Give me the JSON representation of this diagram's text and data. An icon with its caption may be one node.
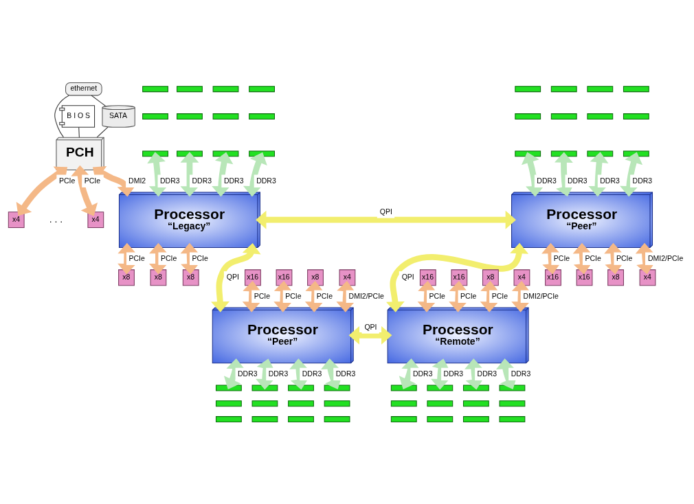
{
  "diagram": {
    "nodes": [
      {
        "text": [
          "ethernet"
        ]
      },
      {
        "text": [
          "B I O S"
        ]
      },
      {
        "text": [],
        "shape": "bar"
      },
      {
        "text": [],
        "shape": "bar"
      },
      {
        "text": [],
        "shape": "bar"
      },
      {
        "text": [],
        "shape": "bar"
      },
      {
        "text": [],
        "shape": "bar"
      },
      {
        "text": [],
        "shape": "bar"
      },
      {
        "text": [],
        "shape": "bar"
      },
      {
        "text": [],
        "shape": "bar"
      },
      {
        "text": [],
        "shape": "bar"
      },
      {
        "text": [],
        "shape": "bar"
      },
      {
        "text": [],
        "shape": "bar"
      },
      {
        "text": [],
        "shape": "bar"
      },
      {
        "text": [],
        "shape": "bar"
      },
      {
        "text": [],
        "shape": "bar"
      },
      {
        "text": [],
        "shape": "bar"
      },
      {
        "text": [],
        "shape": "bar"
      },
      {
        "text": [],
        "shape": "bar"
      },
      {
        "text": [],
        "shape": "bar"
      },
      {
        "text": [],
        "shape": "bar"
      },
      {
        "text": [],
        "shape": "bar"
      },
      {
        "text": [],
        "shape": "bar"
      },
      {
        "text": [],
        "shape": "bar"
      },
      {
        "text": [],
        "shape": "bar"
      },
      {
        "text": [],
        "shape": "bar"
      },
      {
        "text": [
          "SATA"
        ]
      },
      {
        "text": [
          "x4"
        ]
      },
      {
        "text": [
          "PCH"
        ]
      },
      {
        "text": [
          "x4"
        ]
      },
      {
        "text": [
          "Processor",
          "“Legacy”"
        ]
      },
      {
        "text": [
          "Processor",
          "“Peer”"
        ]
      },
      {
        "text": [
          "x8"
        ]
      },
      {
        "text": [
          "x8"
        ]
      },
      {
        "text": [
          "x8"
        ]
      },
      {
        "text": [
          "x16"
        ]
      },
      {
        "text": [
          "x16"
        ]
      },
      {
        "text": [
          "x8"
        ]
      },
      {
        "text": [
          "x4"
        ]
      },
      {
        "text": [
          "x16"
        ]
      },
      {
        "text": [
          "x16"
        ]
      },
      {
        "text": [
          "x8"
        ]
      },
      {
        "text": [
          "x4"
        ]
      },
      {
        "text": [
          "Processor",
          "“Peer”"
        ]
      },
      {
        "text": [
          "Processor",
          "“Remote”"
        ]
      },
      {
        "text": [
          "x16"
        ]
      },
      {
        "text": [
          "x16"
        ]
      },
      {
        "text": [
          "x8"
        ]
      },
      {
        "text": [
          "x4"
        ]
      },
      {
        "text": [],
        "shape": "bar"
      },
      {
        "text": [],
        "shape": "bar"
      },
      {
        "text": [],
        "shape": "bar"
      },
      {
        "text": [],
        "shape": "bar"
      },
      {
        "text": [],
        "shape": "bar"
      },
      {
        "text": [],
        "shape": "bar"
      },
      {
        "text": [],
        "shape": "bar"
      },
      {
        "text": [],
        "shape": "bar"
      },
      {
        "text": [],
        "shape": "bar"
      },
      {
        "text": [],
        "shape": "bar"
      },
      {
        "text": [],
        "shape": "bar"
      },
      {
        "text": [],
        "shape": "bar"
      },
      {
        "text": [],
        "shape": "bar"
      },
      {
        "text": [],
        "shape": "bar"
      },
      {
        "text": [],
        "shape": "bar"
      },
      {
        "text": [],
        "shape": "bar"
      },
      {
        "text": [],
        "shape": "bar"
      },
      {
        "text": [],
        "shape": "bar"
      },
      {
        "text": [],
        "shape": "bar"
      },
      {
        "text": [],
        "shape": "bar"
      },
      {
        "text": [],
        "shape": "bar"
      },
      {
        "text": [],
        "shape": "bar"
      },
      {
        "text": [],
        "shape": "bar"
      },
      {
        "text": [],
        "shape": "bar"
      }
    ],
    "edges": [
      {
        "from": 0,
        "to": 26,
        "arrow": "none",
        "color": "#404040"
      },
      {
        "from": 0,
        "to": 28,
        "arrow": "none",
        "color": "#404040"
      },
      {
        "from": 26,
        "to": 28,
        "arrow": "none",
        "color": "#404040"
      },
      {
        "from": 1,
        "to": 28,
        "arrow": "none",
        "color": "#404040"
      },
      {
        "from": 27,
        "to": 28,
        "arrow": "both",
        "label": "PCIe"
      },
      {
        "from": 29,
        "to": 28,
        "arrow": "both",
        "label": "PCIe"
      },
      {
        "from": 28,
        "to": 30,
        "arrow": "both",
        "label": "DMI2"
      },
      {
        "from": 10,
        "to": 30,
        "arrow": "both",
        "label": "DDR3",
        "color": "#b8e6b8"
      },
      {
        "from": 11,
        "to": 30,
        "arrow": "both",
        "label": "DDR3",
        "color": "#b8e6b8"
      },
      {
        "from": 12,
        "to": 30,
        "arrow": "both",
        "label": "DDR3",
        "color": "#b8e6b8"
      },
      {
        "from": 13,
        "to": 30,
        "arrow": "both",
        "label": "DDR3",
        "color": "#b8e6b8"
      },
      {
        "from": 22,
        "to": 31,
        "arrow": "both",
        "label": "DDR3",
        "color": "#b8e6b8"
      },
      {
        "from": 23,
        "to": 31,
        "arrow": "both",
        "label": "DDR3",
        "color": "#b8e6b8"
      },
      {
        "from": 24,
        "to": 31,
        "arrow": "both",
        "label": "DDR3",
        "color": "#b8e6b8"
      },
      {
        "from": 25,
        "to": 31,
        "arrow": "both",
        "label": "DDR3",
        "color": "#b8e6b8"
      },
      {
        "from": 30,
        "to": 31,
        "arrow": "both",
        "label": "QPI",
        "color": "#f2ee6e"
      },
      {
        "from": 32,
        "to": 30,
        "arrow": "both",
        "label": "PCIe"
      },
      {
        "from": 33,
        "to": 30,
        "arrow": "both",
        "label": "PCIe"
      },
      {
        "from": 34,
        "to": 30,
        "arrow": "both",
        "label": "PCIe"
      },
      {
        "from": 31,
        "to": 35,
        "arrow": "both",
        "label": "PCIe"
      },
      {
        "from": 31,
        "to": 36,
        "arrow": "both",
        "label": "PCIe"
      },
      {
        "from": 31,
        "to": 37,
        "arrow": "both",
        "label": "PCIe"
      },
      {
        "from": 31,
        "to": 38,
        "arrow": "both",
        "label": "DMI2/PCIe"
      },
      {
        "from": 30,
        "to": 43,
        "arrow": "both",
        "label": "QPI",
        "color": "#f2ee6e"
      },
      {
        "from": 31,
        "to": 44,
        "arrow": "both",
        "label": "QPI",
        "color": "#f2ee6e"
      },
      {
        "from": 39,
        "to": 43,
        "arrow": "both",
        "label": "PCIe"
      },
      {
        "from": 40,
        "to": 43,
        "arrow": "both",
        "label": "PCIe"
      },
      {
        "from": 41,
        "to": 43,
        "arrow": "both",
        "label": "PCIe"
      },
      {
        "from": 42,
        "to": 43,
        "arrow": "both",
        "label": "DMI2/PCIe"
      },
      {
        "from": 43,
        "to": 44,
        "arrow": "both",
        "label": "QPI",
        "color": "#f2ee6e"
      },
      {
        "from": 44,
        "to": 45,
        "arrow": "both",
        "label": "PCIe"
      },
      {
        "from": 44,
        "to": 46,
        "arrow": "both",
        "label": "PCIe"
      },
      {
        "from": 44,
        "to": 47,
        "arrow": "both",
        "label": "PCIe"
      },
      {
        "from": 44,
        "to": 48,
        "arrow": "both",
        "label": "DMI2/PCIe"
      },
      {
        "from": 43,
        "to": 49,
        "arrow": "both",
        "label": "DDR3",
        "color": "#b8e6b8"
      },
      {
        "from": 43,
        "to": 50,
        "arrow": "both",
        "label": "DDR3",
        "color": "#b8e6b8"
      },
      {
        "from": 43,
        "to": 51,
        "arrow": "both",
        "label": "DDR3",
        "color": "#b8e6b8"
      },
      {
        "from": 43,
        "to": 52,
        "arrow": "both",
        "label": "DDR3",
        "color": "#b8e6b8"
      },
      {
        "from": 44,
        "to": 61,
        "arrow": "both",
        "label": "DDR3",
        "color": "#b8e6b8"
      },
      {
        "from": 44,
        "to": 62,
        "arrow": "both",
        "label": "DDR3",
        "color": "#b8e6b8"
      },
      {
        "from": 44,
        "to": 63,
        "arrow": "both",
        "label": "DDR3",
        "color": "#b8e6b8"
      },
      {
        "from": 44,
        "to": 64,
        "arrow": "both",
        "label": "DDR3",
        "color": "#b8e6b8"
      }
    ],
    "labels": [
      ". . ."
    ]
  }
}
